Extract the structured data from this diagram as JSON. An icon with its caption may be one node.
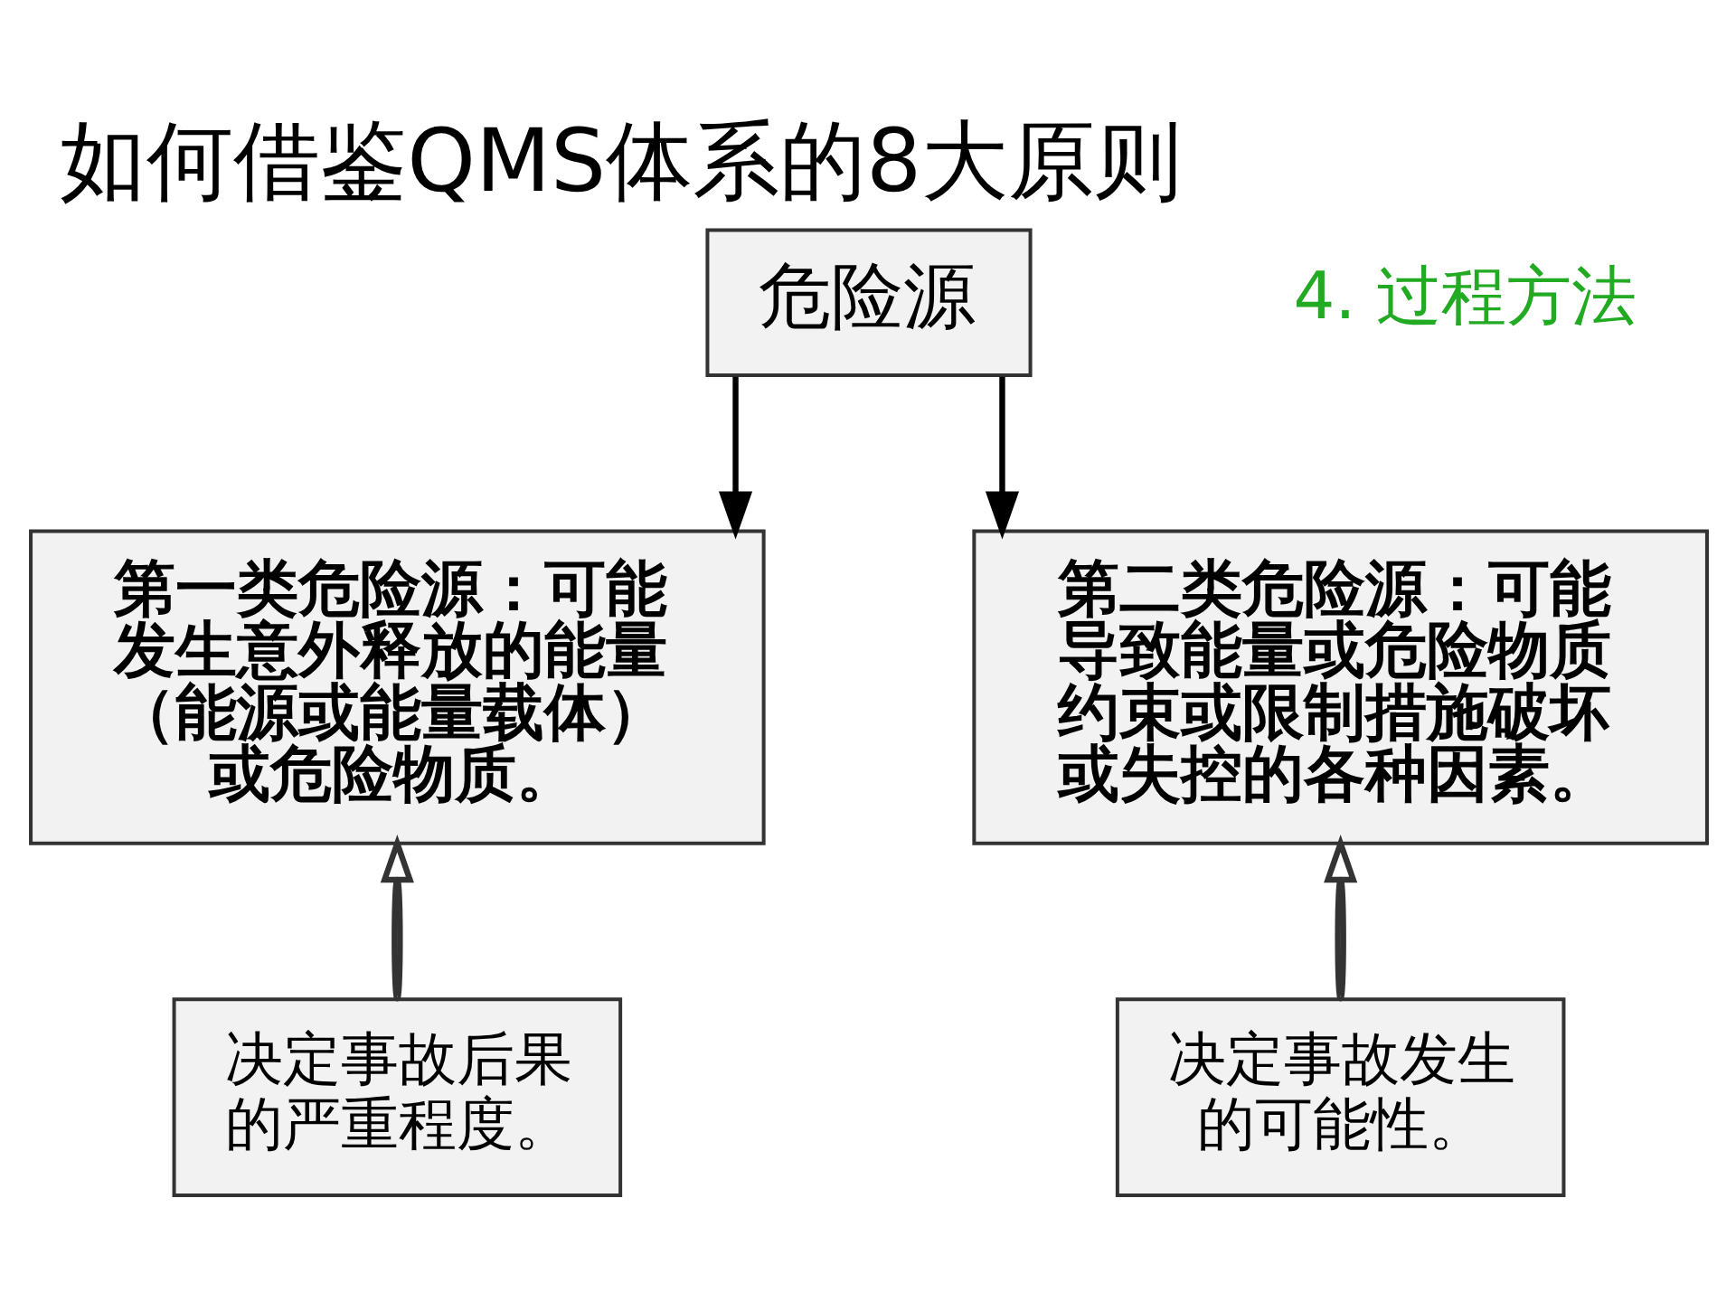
{
  "diagram": {
    "title": "如何借鉴QMS体系的8大原则",
    "nodes": [
      {
        "text": [
          "危险源"
        ]
      },
      {
        "text": [
          "第一类危险源：可能发生意外释放的能量（能源或能量载体）或危险物质。"
        ]
      },
      {
        "text": [
          "第二类危险源：可能导致能量或危险物质约束或限制措施破坏或失控的各种因素。"
        ]
      },
      {
        "text": [
          "决定事故后果的严重程度。"
        ]
      },
      {
        "text": [
          "决定事故发生的可能性。"
        ]
      }
    ],
    "edges": [
      {
        "from": 0,
        "to": 1,
        "arrow": "to"
      },
      {
        "from": 0,
        "to": 2,
        "arrow": "to"
      },
      {
        "from": 3,
        "to": 1,
        "arrow": "to"
      },
      {
        "from": 4,
        "to": 2,
        "arrow": "to"
      }
    ],
    "labels": [
      "4. 过程方法"
    ]
  }
}
